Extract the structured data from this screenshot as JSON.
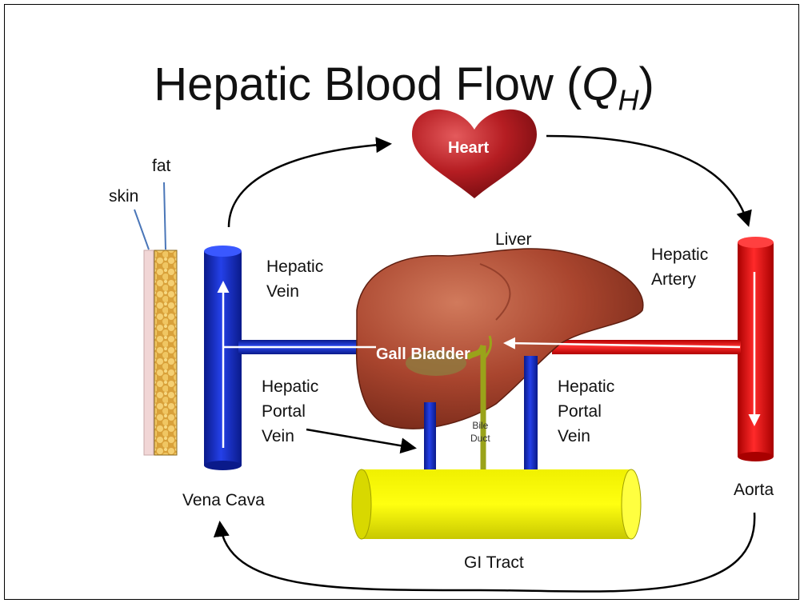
{
  "title": {
    "main": "Hepatic Blood Flow (",
    "q": "Q",
    "sub": "H",
    "close": ")"
  },
  "labels": {
    "heart": "Heart",
    "fat": "fat",
    "skin": "skin",
    "liver": "Liver",
    "hepatic_vein": [
      "Hepatic",
      "Vein"
    ],
    "hepatic_artery": [
      "Hepatic",
      "Artery"
    ],
    "gall_bladder": "Gall Bladder",
    "portal_vein_left": [
      "Hepatic",
      "Portal",
      "Vein"
    ],
    "portal_vein_right": [
      "Hepatic",
      "Portal",
      "Vein"
    ],
    "bile_duct": [
      "Bile",
      "Duct"
    ],
    "vena_cava": "Vena Cava",
    "aorta": "Aorta",
    "gi_tract": "GI Tract"
  },
  "colors": {
    "vein": "#1a2fd0",
    "artery": "#e01010",
    "liver": "#a9452e",
    "gi_tract": "#f5f500",
    "bile_duct": "#9aa31a",
    "heart": "#b51d22",
    "fat": "#e8b44a",
    "skin": "#f1d6d6"
  }
}
